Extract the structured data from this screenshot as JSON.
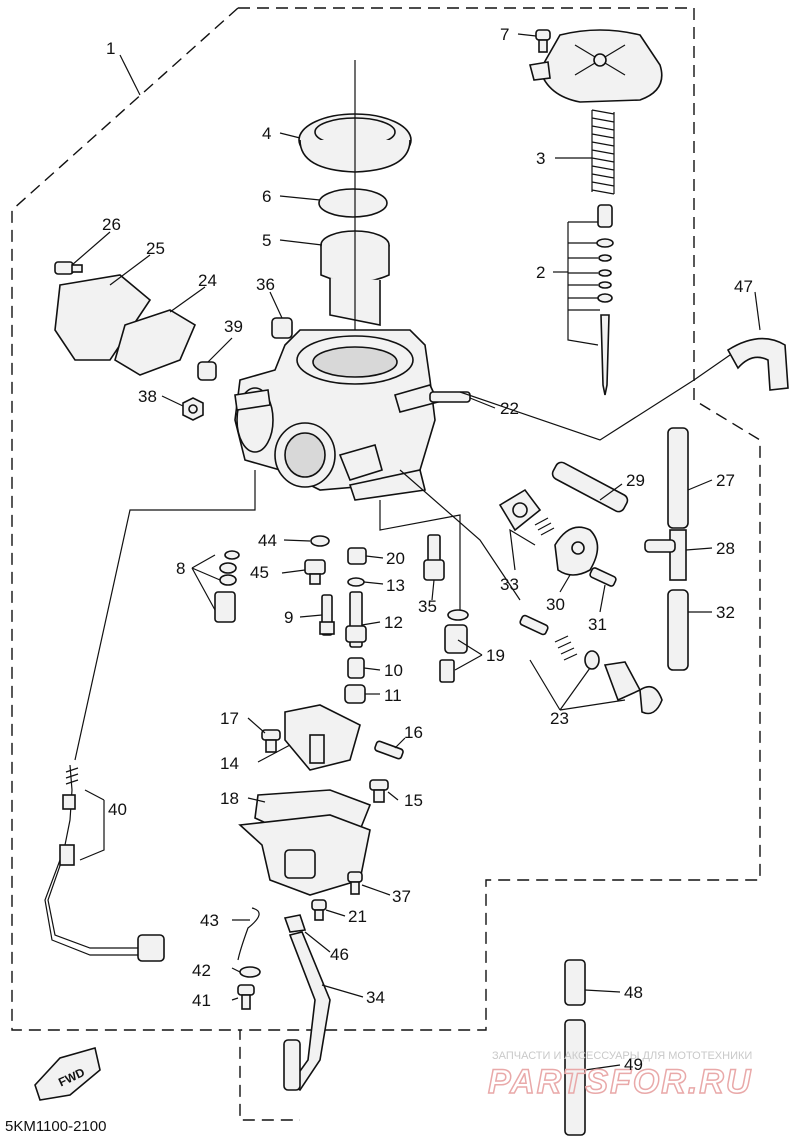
{
  "diagram_code": "5KM1100-2100",
  "fwd_label": "FWD",
  "watermark": {
    "tagline": "ЗАПЧАСТИ И АКСЕССУАРЫ ДЛЯ МОТОТЕХНИКИ",
    "brand": "PARTSFOR.RU"
  },
  "callouts": [
    "1",
    "2",
    "3",
    "4",
    "5",
    "6",
    "7",
    "8",
    "9",
    "10",
    "11",
    "12",
    "13",
    "14",
    "15",
    "16",
    "17",
    "18",
    "19",
    "20",
    "21",
    "22",
    "23",
    "24",
    "25",
    "26",
    "27",
    "28",
    "29",
    "30",
    "31",
    "32",
    "33",
    "34",
    "35",
    "36",
    "37",
    "38",
    "39",
    "40",
    "41",
    "42",
    "43",
    "44",
    "45",
    "46",
    "47",
    "48",
    "49"
  ]
}
